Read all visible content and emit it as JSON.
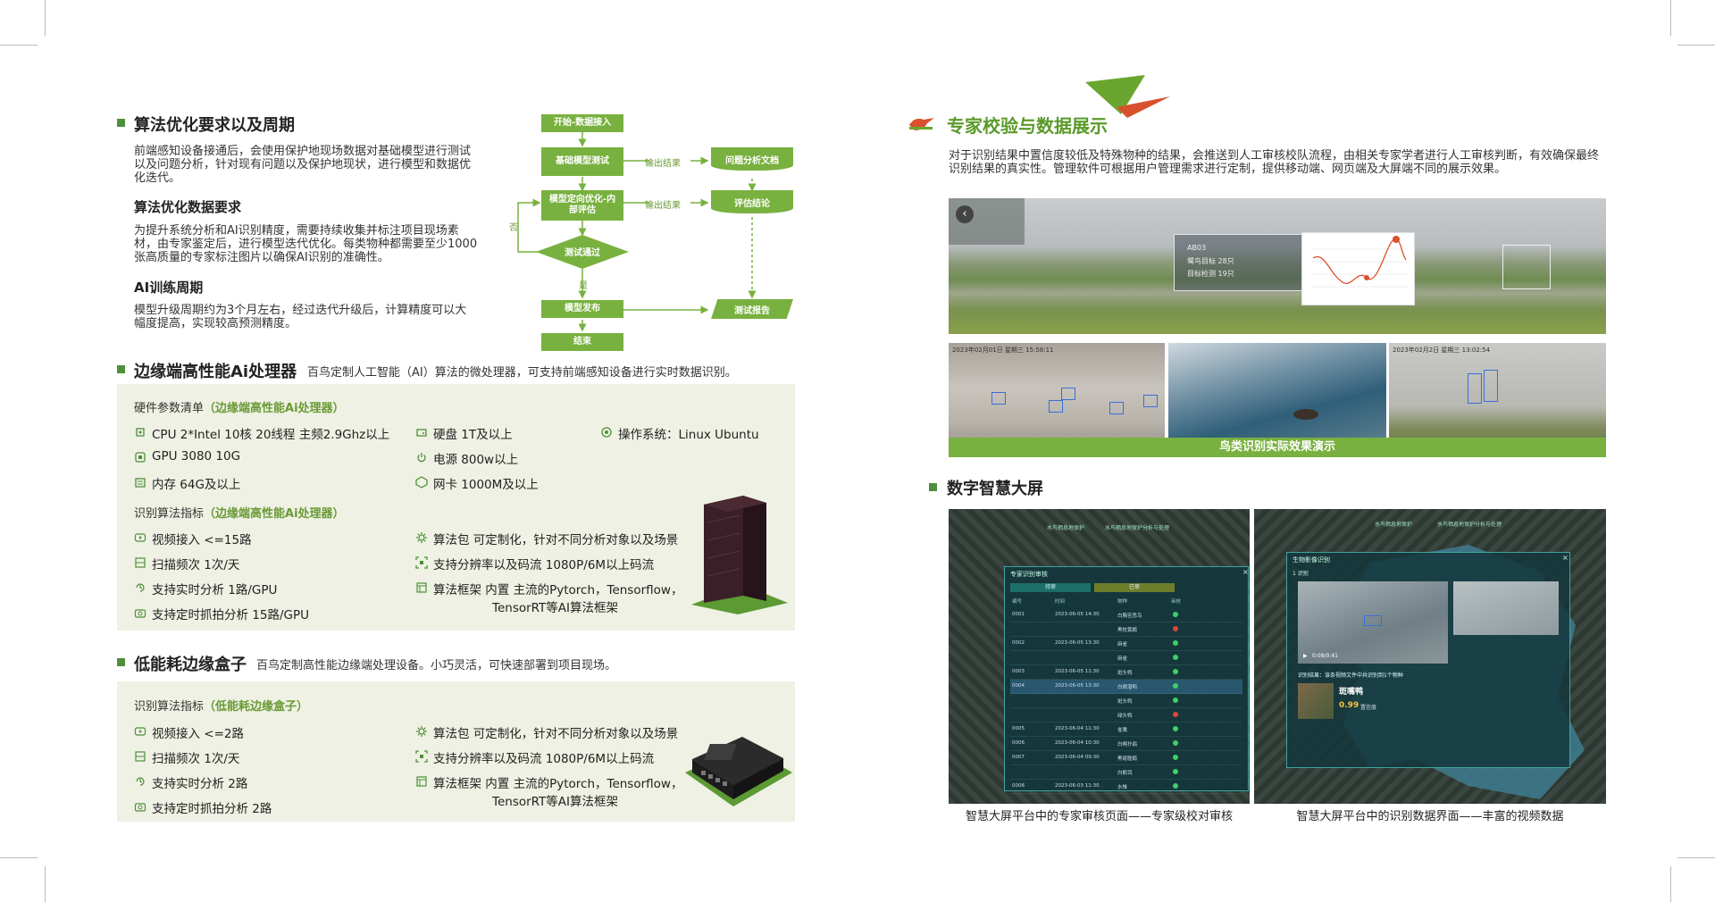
{
  "left": {
    "algo_section": {
      "title": "算法优化要求以及周期",
      "intro": "前端感知设备接通后，会使用保护地现场数据对基础模型进行测试以及问题分析，针对现有问题以及保护地现状，进行模型和数据优化迭代。",
      "data_title": "算法优化数据要求",
      "data_text": "为提升系统分析和AI识别精度，需要持续收集并标注项目现场素材，由专家鉴定后，进行模型迭代优化。每类物种都需要至少1000张高质量的专家标注图片以确保AI识别的准确性。",
      "train_title": "AI训练周期",
      "train_text": "模型升级周期约为3个月左右，经过迭代升级后，计算精度可以大幅度提高，实现较高预测精度。"
    },
    "flow": {
      "start": "开始-数据接入",
      "basic_test": "基础模型测试",
      "optimize": "模型定向优化-内部评估",
      "pass": "测试通过",
      "publish": "模型发布",
      "end": "结束",
      "output1": "输出结果",
      "output2": "输出结果",
      "doc_problem": "问题分析文档",
      "doc_eval": "评估结论",
      "doc_report": "测试报告",
      "no": "否",
      "yes": "是"
    },
    "edge_section": {
      "title": "边缘端高性能Ai处理器",
      "subtitle": "百鸟定制人工智能（AI）算法的微处理器，可支持前端感知设备进行实时数据识别。",
      "hw_label": "硬件参数清单",
      "hw_label_tag": "（边缘端高性能Ai处理器）",
      "specs": [
        {
          "icon": "cpu-icon",
          "text": "CPU  2*Intel 10核 20线程 主频2.9Ghz以上"
        },
        {
          "icon": "gpu-icon",
          "text": "GPU  3080 10G"
        },
        {
          "icon": "memory-icon",
          "text": "内存  64G及以上"
        },
        {
          "icon": "disk-icon",
          "text": "硬盘  1T及以上"
        },
        {
          "icon": "power-icon",
          "text": "电源  800w以上"
        },
        {
          "icon": "network-icon",
          "text": "网卡  1000M及以上"
        },
        {
          "icon": "os-icon",
          "text": "操作系统：Linux Ubuntu"
        }
      ],
      "algo_label": "识别算法指标",
      "algo_label_tag": "（边缘端高性能Ai处理器）",
      "metrics_left": [
        {
          "icon": "video-icon",
          "text": "视频接入  <=15路"
        },
        {
          "icon": "scan-icon",
          "text": "扫描频次  1次/天"
        },
        {
          "icon": "realtime-icon",
          "text": "支持实时分析  1路/GPU"
        },
        {
          "icon": "camera-icon",
          "text": "支持定时抓拍分析  15路/GPU"
        }
      ],
      "metrics_right": [
        {
          "icon": "package-icon",
          "text": "算法包  可定制化，针对不同分析对象以及场景"
        },
        {
          "icon": "resolution-icon",
          "text": "支持分辨率以及码流  1080P/6M以上码流"
        },
        {
          "icon": "framework-icon",
          "text": "算法框架  内置 主流的Pytorch，Tensorflow，",
          "text2": "TensorRT等AI算法框架"
        }
      ]
    },
    "box_section": {
      "title": "低能耗边缘盒子",
      "subtitle": "百鸟定制高性能边缘端处理设备。小巧灵活，可快速部署到项目现场。",
      "algo_label": "识别算法指标",
      "algo_label_tag": "（低能耗边缘盒子）",
      "metrics_left": [
        {
          "icon": "video-icon",
          "text": "视频接入  <=2路"
        },
        {
          "icon": "scan-icon",
          "text": "扫描频次  1次/天"
        },
        {
          "icon": "realtime-icon",
          "text": "支持实时分析  2路"
        },
        {
          "icon": "camera-icon",
          "text": "支持定时抓拍分析  2路"
        }
      ],
      "metrics_right": [
        {
          "icon": "package-icon",
          "text": "算法包  可定制化，针对不同分析对象以及场景"
        },
        {
          "icon": "resolution-icon",
          "text": "支持分辨率以及码流  1080P/6M以上码流"
        },
        {
          "icon": "framework-icon",
          "text": "算法框架  内置 主流的Pytorch，Tensorflow，",
          "text2": "TensorRT等AI算法框架"
        }
      ]
    }
  },
  "right": {
    "expert": {
      "title": "专家校验与数据展示",
      "text": "对于识别结果中置信度较低及特殊物种的结果，会推送到人工审核校队流程，由相关专家学者进行人工审核判断，有效确保最终识别结果的真实性。管理软件可根据用户管理需求进行定制，提供移动端、网页端及大屏端不同的展示效果。",
      "demo_caption": "鸟类识别实际效果演示",
      "ts1": "2023年02月01日 星期三 15:58:11",
      "ts2": "2023年02月2日 星期三 13:02:54",
      "popup_lines": [
        "AB03",
        "鹭鸟目标 28只",
        "目标检测 19只"
      ]
    },
    "screen": {
      "title": "数字智慧大屏",
      "caption_left": "智慧大屏平台中的专家审核页面——专家级校对审核",
      "caption_right": "智慧大屏平台中的识别数据界面——丰富的视频数据",
      "left_panel_title": "专家识别审核",
      "left_tabs": [
        "待审",
        "已审"
      ],
      "left_headers": [
        "编号",
        "时间",
        "物种",
        "审核"
      ],
      "rows": [
        [
          "0001",
          "2023-06-05 14:30",
          "白胸苦恶鸟"
        ],
        [
          "",
          "",
          "黑枕黄鹂"
        ],
        [
          "0002",
          "2023-06-05 13:30",
          "麻雀"
        ],
        [
          "",
          "",
          "麻雀"
        ],
        [
          "0003",
          "2023-06-05 11:30",
          "斑头鸭"
        ],
        [
          "0004",
          "2023-06-05 13:30",
          "白眼潜鸭"
        ],
        [
          "",
          "",
          "斑头鸭"
        ],
        [
          "",
          "",
          "绿头鸭"
        ],
        [
          "0005",
          "2023-06-04 11:30",
          "雀鹰"
        ],
        [
          "0006",
          "2023-06-04 10:30",
          "白喉扑鹟"
        ],
        [
          "0007",
          "2023-06-04 09:30",
          "黑尾塍鹬"
        ],
        [
          "",
          "",
          "白鹡鸰"
        ],
        [
          "0008",
          "2023-06-03 11:30",
          "水雉"
        ]
      ],
      "top_tabs_left": [
        "水鸟栖息地保护",
        "水鸟栖息地保护分析与处理"
      ],
      "top_tabs_right": [
        "水鸟栖息地保护",
        "水鸟栖息地保护分析与处理"
      ],
      "right_panel_title": "生物影像识别",
      "right_sub": "1 识别",
      "video_time": "0:08/0:41",
      "result_label": "识别结果：该条视频文件中共识别到1个物种",
      "species": "斑嘴鸭",
      "confidence": "0.99",
      "confidence_label": "置信度"
    }
  }
}
